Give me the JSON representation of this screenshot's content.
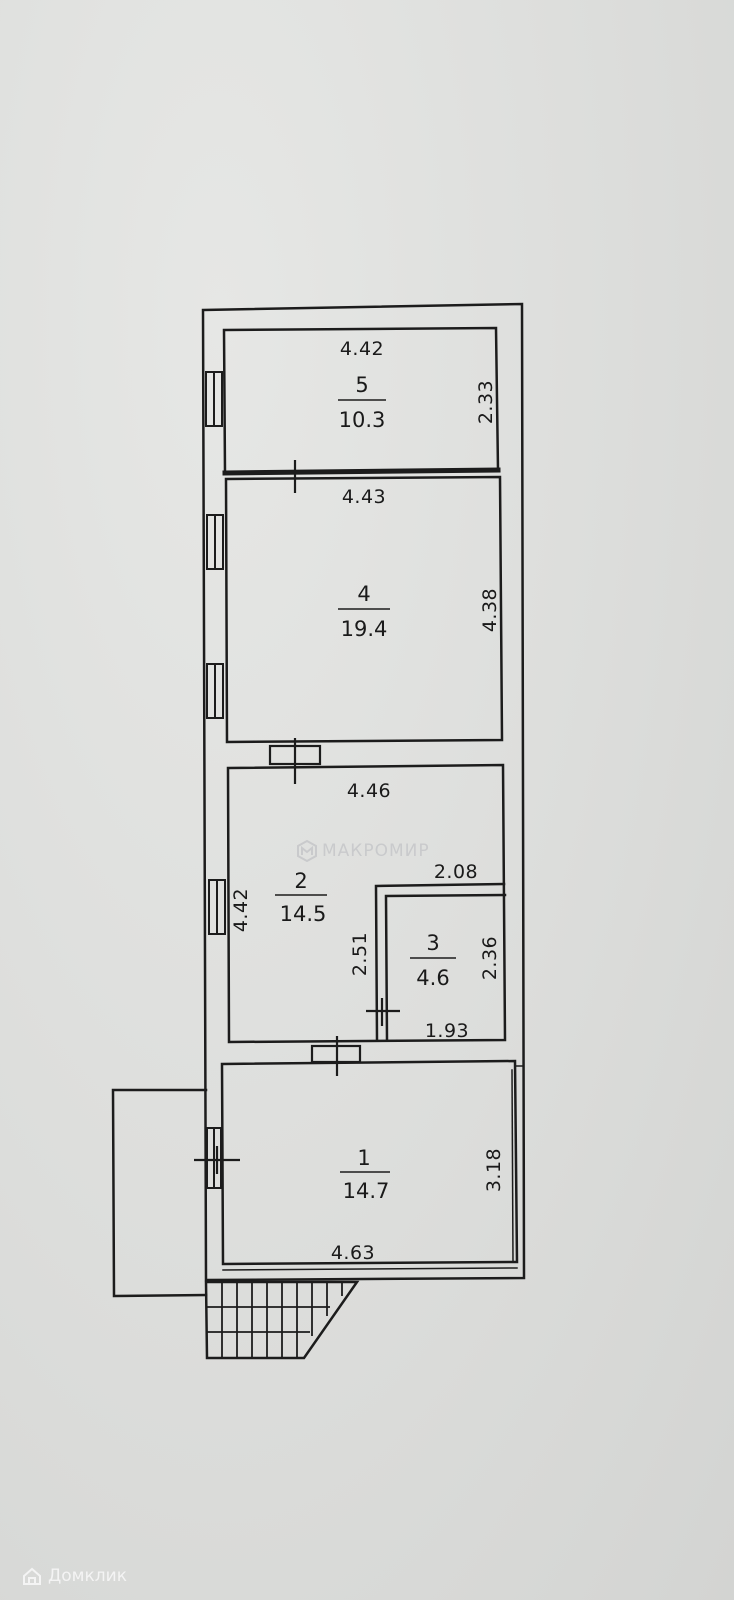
{
  "rooms": [
    {
      "number": "5",
      "area": "10.3"
    },
    {
      "number": "4",
      "area": "19.4"
    },
    {
      "number": "2",
      "area": "14.5"
    },
    {
      "number": "3",
      "area": "4.6"
    },
    {
      "number": "1",
      "area": "14.7"
    }
  ],
  "dimensions": {
    "room5_width": "4.42",
    "room5_height": "2.33",
    "room4_width": "4.43",
    "room4_height": "4.38",
    "room2_width": "4.46",
    "room2_height": "4.42",
    "room2_partition": "2.51",
    "room3_width_top": "2.08",
    "room3_width_bottom": "1.93",
    "room3_height": "2.36",
    "room1_width": "4.63",
    "room1_height": "3.18"
  },
  "watermark": {
    "text": "МАКРОМИР",
    "icon": "makromir-logo-icon"
  },
  "footer_brand": {
    "text": "Домклик",
    "icon": "house-icon"
  },
  "colors": {
    "background": "#dedfdd",
    "lines": "#1a1a1a"
  }
}
